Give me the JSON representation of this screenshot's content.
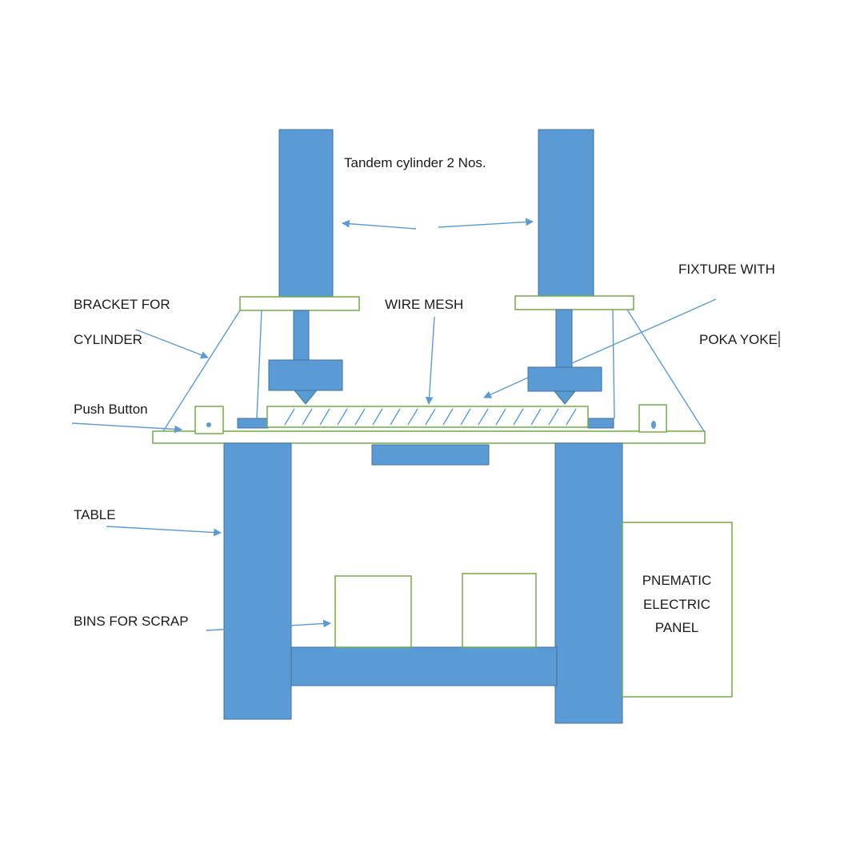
{
  "labels": {
    "tandem_cylinder": "Tandem cylinder 2 Nos.",
    "fixture_with": "FIXTURE WITH",
    "poka_yoke": "POKA YOKE",
    "bracket_for": "BRACKET FOR",
    "cylinder": "CYLINDER",
    "wire_mesh": "WIRE MESH",
    "push_button": "Push Button",
    "table": "TABLE",
    "bins_for_scrap": "BINS FOR SCRAP",
    "panel_line1": "PNEMATIC",
    "panel_line2": "ELECTRIC",
    "panel_line3": "PANEL"
  },
  "colors": {
    "component_fill": "#5b9bd5",
    "component_stroke": "#41719c",
    "outline": "#70ad47",
    "leader_line": "#5b9bd5",
    "text": "#1a1a1a",
    "background": "#ffffff"
  }
}
